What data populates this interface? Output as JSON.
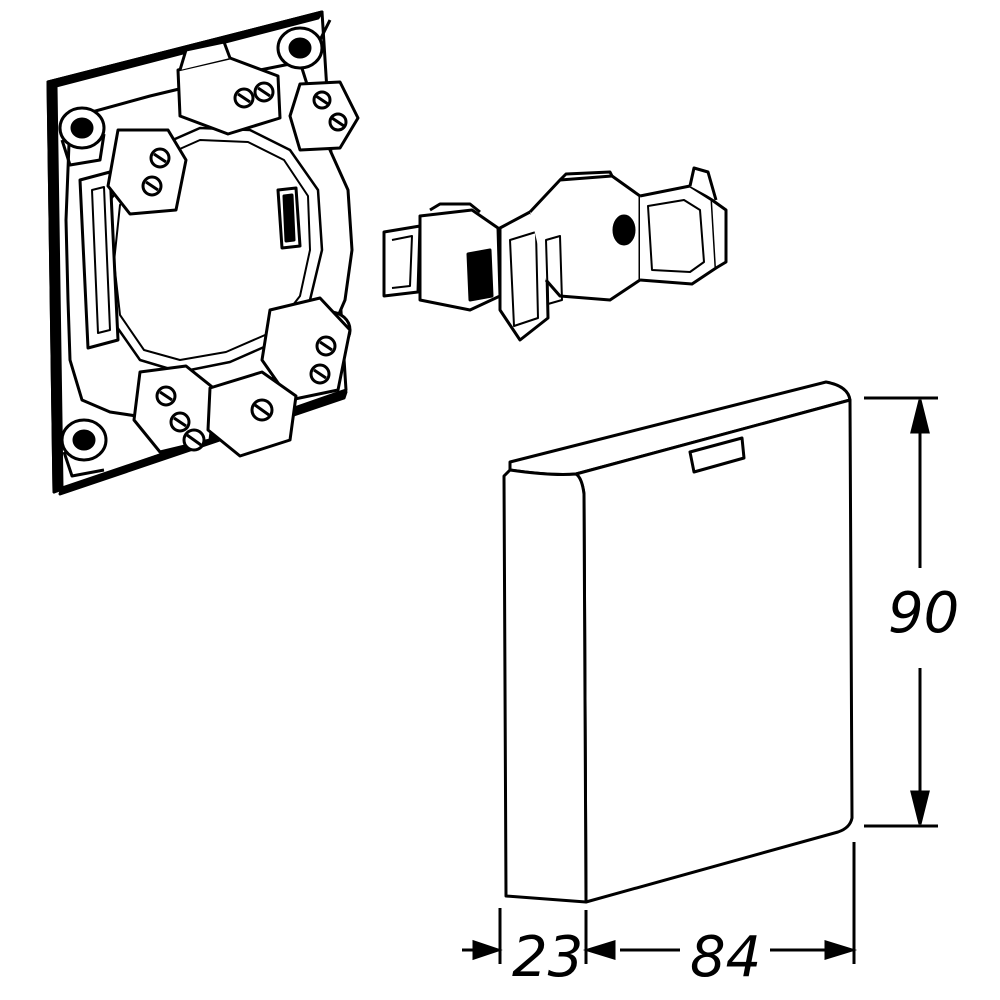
{
  "dimensions": {
    "height": "90",
    "depth": "23",
    "width": "84"
  },
  "colors": {
    "stroke": "#000000",
    "fill": "#ffffff",
    "shade": "#222222"
  }
}
